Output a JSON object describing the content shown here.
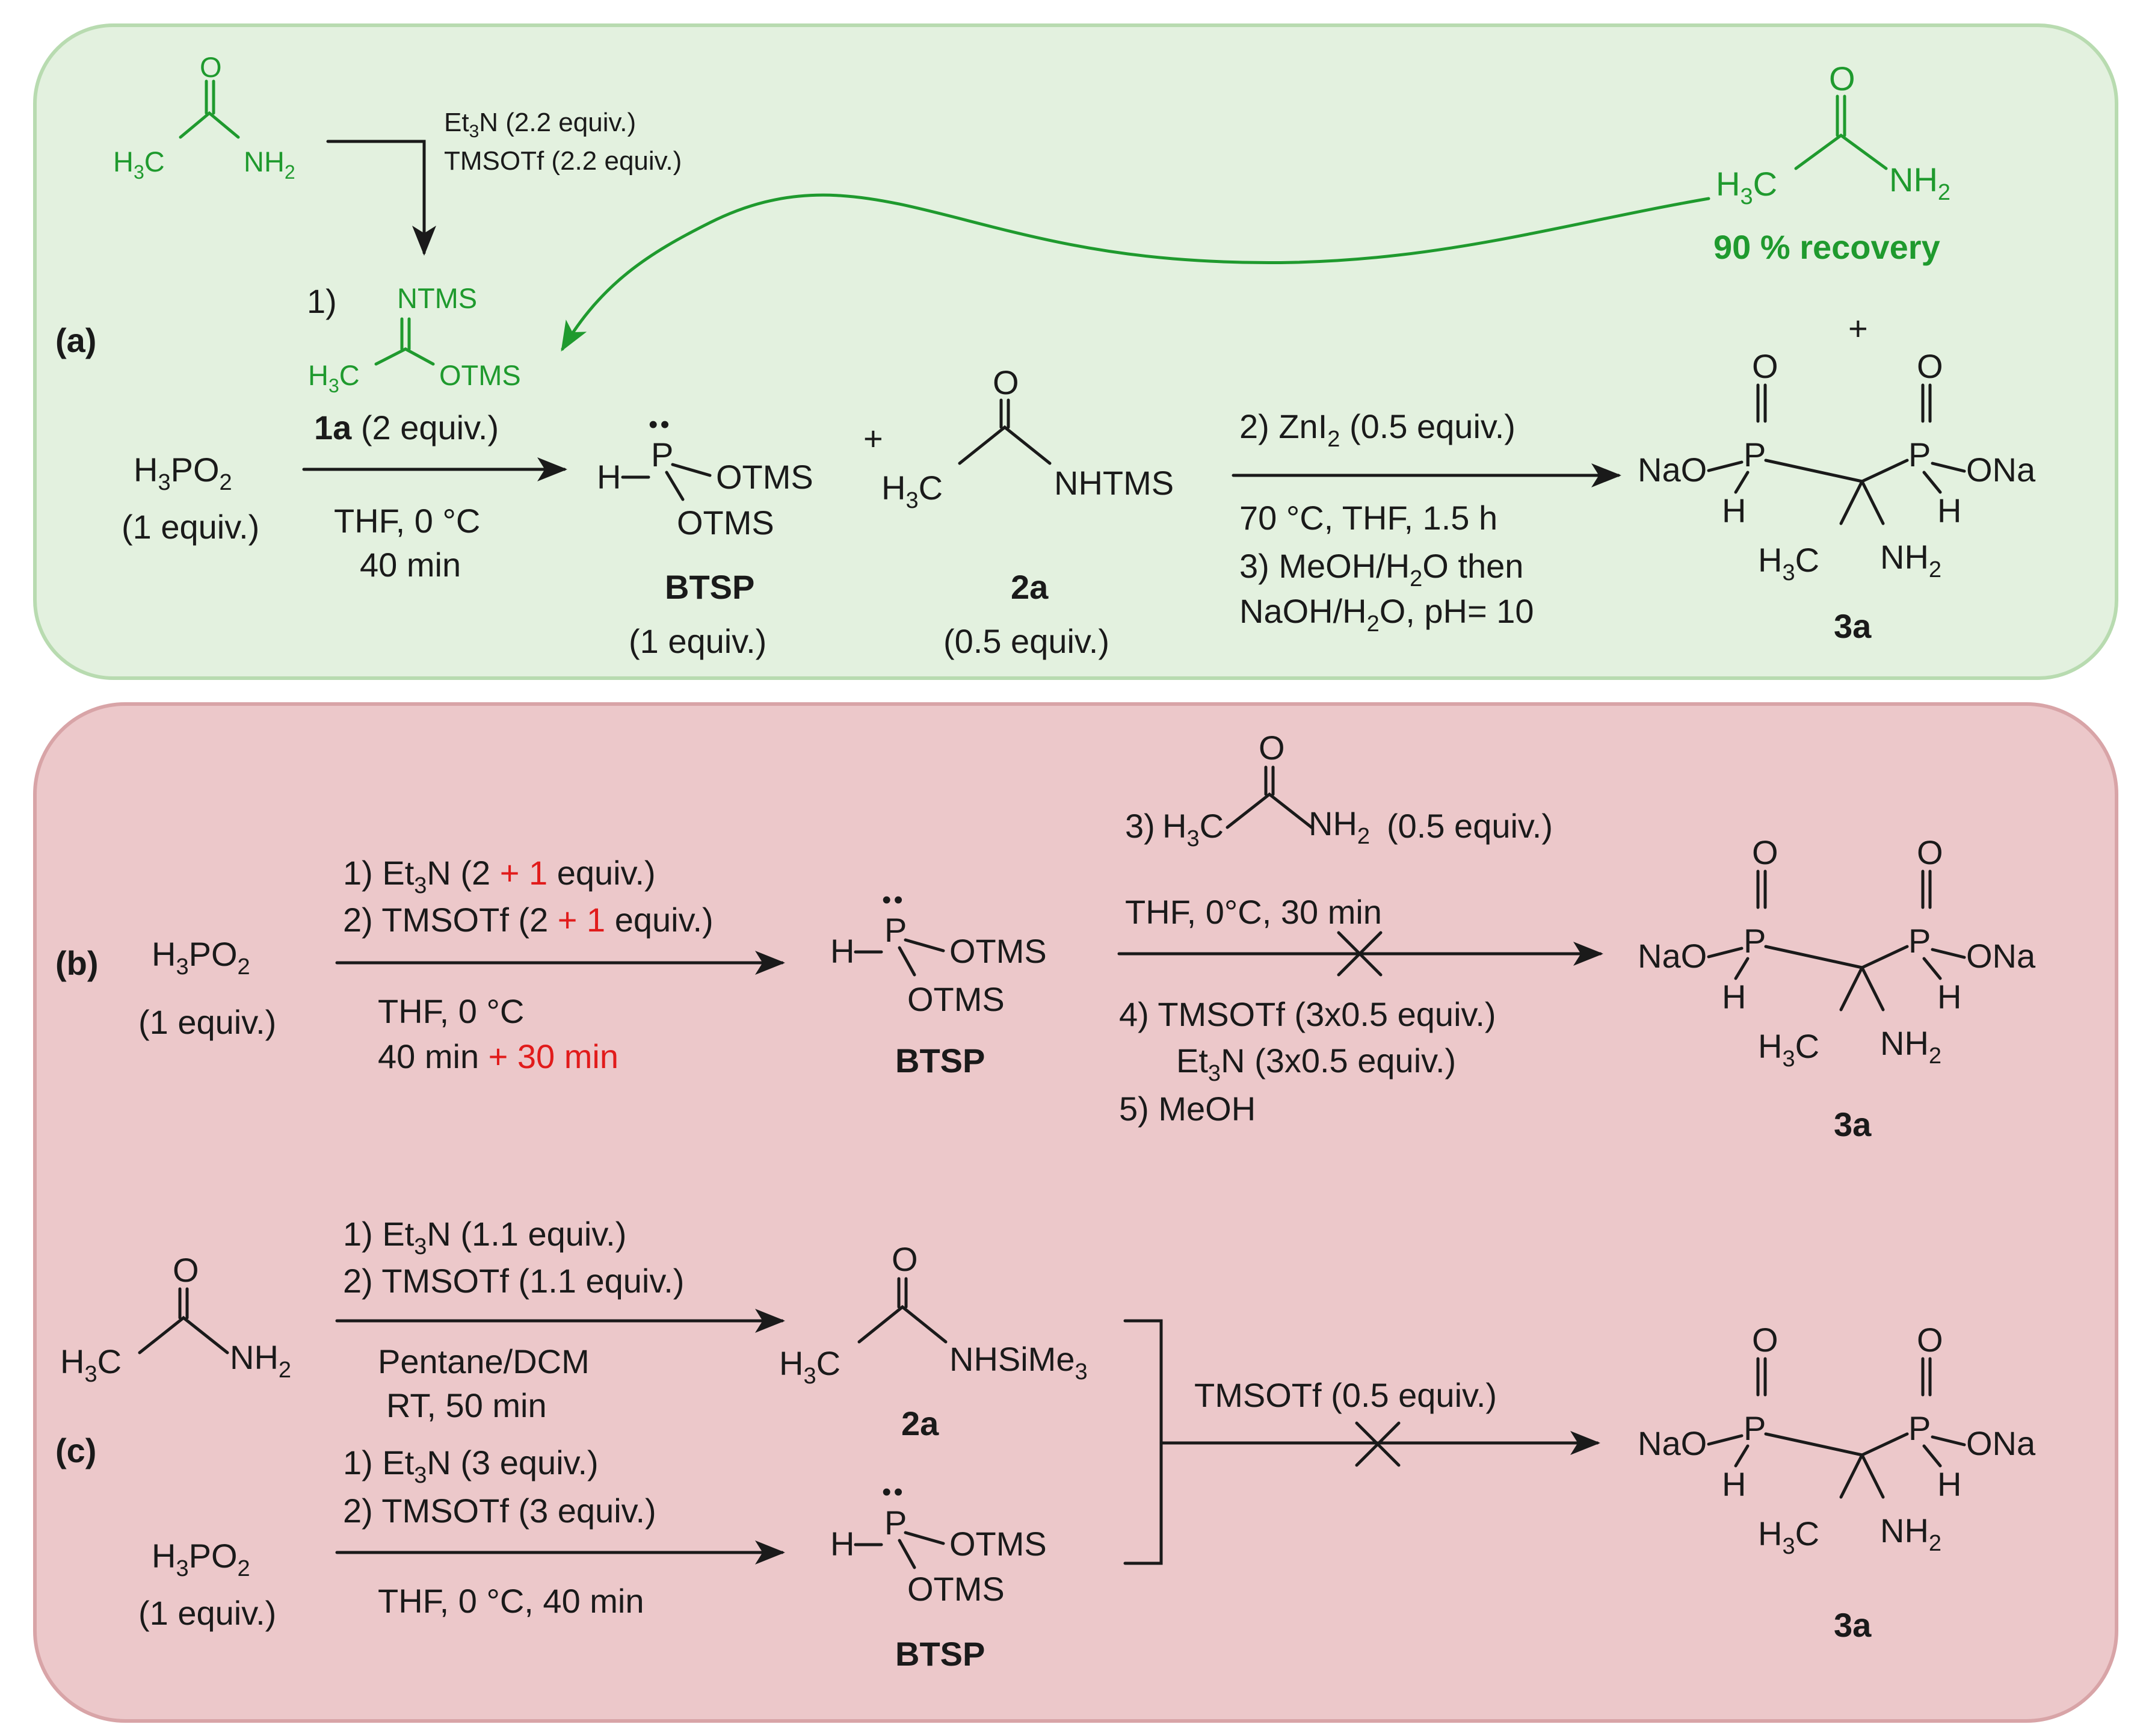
{
  "colors": {
    "panel_a_fill": "#e3f1df",
    "panel_a_border": "#b8dbb0",
    "panel_bc_fill": "#ecc8ca",
    "panel_bc_border": "#d8a4a7",
    "recycle": "#1f9a2e",
    "highlight": "#e11b1b",
    "ink": "#1a1a1a"
  },
  "labels": {
    "a": "(a)",
    "b": "(b)",
    "c": "(c)"
  },
  "atoms": {
    "O": "O",
    "C": "C",
    "H": "H",
    "P": "P",
    "N": "N",
    "H3": "H",
    "H_sub": "3",
    "NH": "NH",
    "NH_sub": "2",
    "NaO": "NaO",
    "ONa": "ONa",
    "OTMS": "OTMS",
    "NTMS": "NTMS",
    "NHTMS": "NHTMS",
    "NHSiMe": "NHSiMe",
    "Me_sub": "3",
    "PO": "PO",
    "PO_sub": "2",
    "lone_pair": "••",
    "plus": "+"
  },
  "panel_a": {
    "top_reagent_1": "Et",
    "top_reagent_1_sub": "3",
    "top_reagent_1_rest": "N (2.2 equiv.)",
    "top_reagent_2": "TMSOTf (2.2 equiv.)",
    "step1_num": "1)",
    "reagent_1a_bold": "1a",
    "reagent_1a_rest": " (2 equiv.)",
    "cond_1": "THF,  0 °C",
    "cond_2": "40 min",
    "h3po2_equiv": "(1 equiv.)",
    "btsp_name": "BTSP",
    "btsp_equiv": "(1 equiv.)",
    "amide_name": "2a",
    "amide_equiv": "(0.5 equiv.)",
    "step2_pre": "2) ZnI",
    "step2_sub": "2",
    "step2_post": " (0.5 equiv.)",
    "step2_cond": "70 °C,  THF,  1.5 h",
    "step3_pre": "3) MeOH/H",
    "step3_sub": "2",
    "step3_post": "O then",
    "step3b_pre": "NaOH/H",
    "step3b_sub": "2",
    "step3b_post": "O, pH= 10",
    "recovery": "90 % recovery",
    "product_name": "3a"
  },
  "panel_b": {
    "r1_pre": "1) Et",
    "r1_sub": "3",
    "r1_mid": "N (2 ",
    "r1_red": "+ 1",
    "r1_post": " equiv.)",
    "r2_pre": "2) TMSOTf (2 ",
    "r2_red": "+ 1",
    "r2_post": " equiv.)",
    "cond_1": "THF,  0 °C",
    "cond_2": "40 min ",
    "cond_2_red": "+ 30 min",
    "h3po2_equiv": "(1 equiv.)",
    "btsp_name": "BTSP",
    "step3_num": "3)",
    "step3_equiv": "(0.5 equiv.)",
    "step3_cond": "THF,   0°C, 30 min",
    "step4": "4) TMSOTf (3x0.5 equiv.)",
    "step4b_pre": "Et",
    "step4b_sub": "3",
    "step4b_post": "N (3x0.5 equiv.)",
    "step5": "5) MeOH",
    "product_name": "3a"
  },
  "panel_c": {
    "r1_pre": "1) Et",
    "r1_sub": "3",
    "r1_post": "N (1.1 equiv.)",
    "r2": "2) TMSOTf (1.1 equiv.)",
    "cond_1": "Pentane/DCM",
    "cond_2": "RT,  50 min",
    "amide_name": "2a",
    "r3_pre": "1) Et",
    "r3_sub": "3",
    "r3_post": "N (3 equiv.)",
    "r4": "2) TMSOTf (3 equiv.)",
    "cond_3": "THF,  0 °C, 40 min",
    "h3po2_equiv": "(1 equiv.)",
    "btsp_name": "BTSP",
    "combined_reagent": "TMSOTf (0.5 equiv.)",
    "product_name": "3a"
  }
}
